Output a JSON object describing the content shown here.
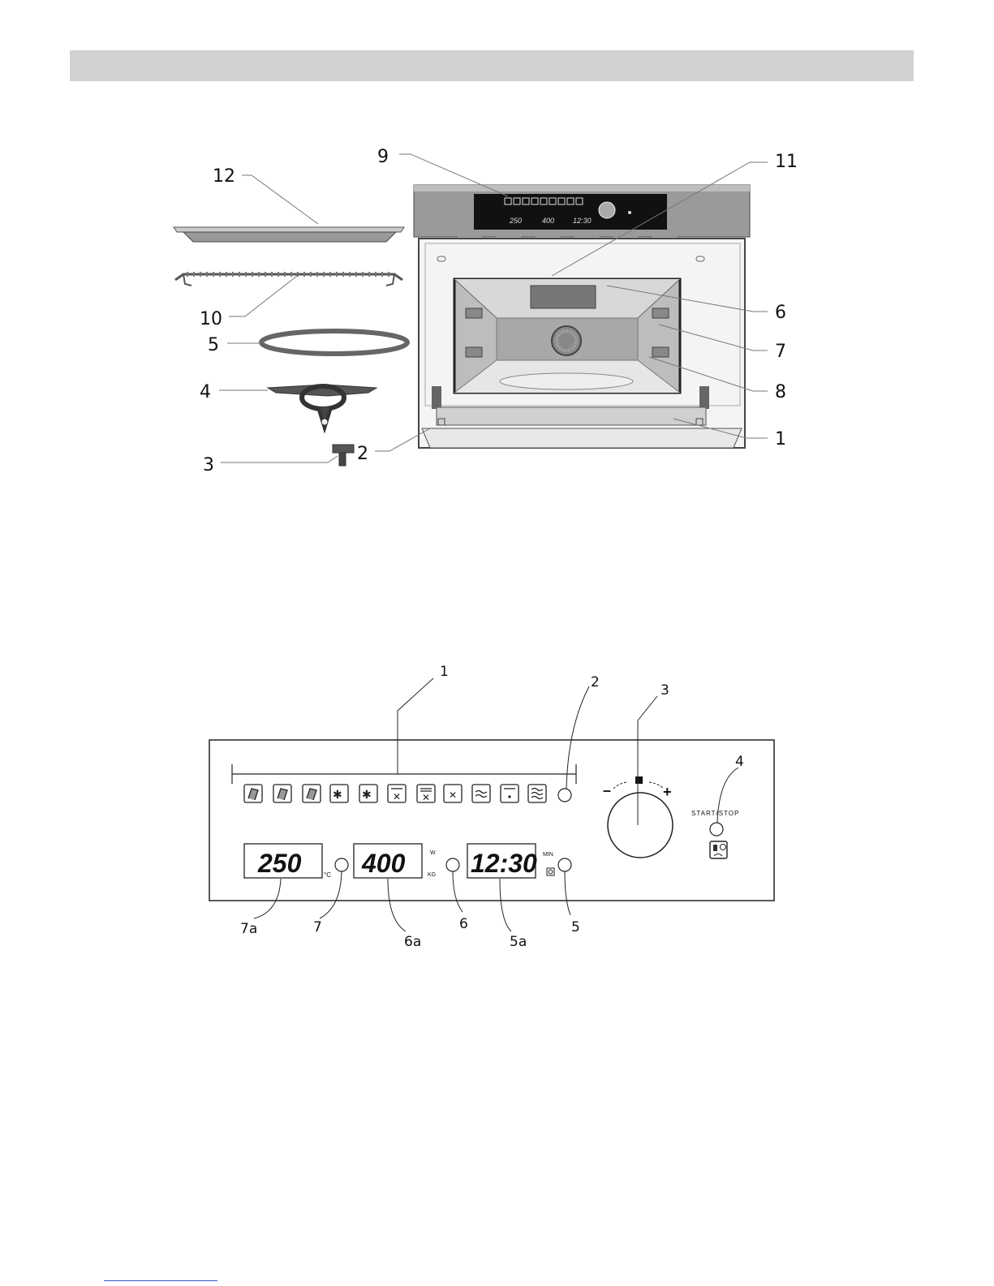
{
  "top_diagram": {
    "callouts": [
      {
        "id": "c12",
        "label": "12"
      },
      {
        "id": "c10",
        "label": "10"
      },
      {
        "id": "c5",
        "label": "5"
      },
      {
        "id": "c4",
        "label": "4"
      },
      {
        "id": "c3",
        "label": "3"
      },
      {
        "id": "c2",
        "label": "2"
      },
      {
        "id": "c9",
        "label": "9"
      },
      {
        "id": "c11",
        "label": "11"
      },
      {
        "id": "c6",
        "label": "6"
      },
      {
        "id": "c7",
        "label": "7"
      },
      {
        "id": "c8",
        "label": "8"
      },
      {
        "id": "c1",
        "label": "1"
      }
    ],
    "mini_display": {
      "temp": "250",
      "power": "400",
      "time": "12:30"
    }
  },
  "control_panel": {
    "callouts": [
      {
        "id": "p1",
        "label": "1"
      },
      {
        "id": "p2",
        "label": "2"
      },
      {
        "id": "p3",
        "label": "3"
      },
      {
        "id": "p4",
        "label": "4"
      },
      {
        "id": "p7a",
        "label": "7a"
      },
      {
        "id": "p7",
        "label": "7"
      },
      {
        "id": "p6a",
        "label": "6a"
      },
      {
        "id": "p6",
        "label": "6"
      },
      {
        "id": "p5a",
        "label": "5a"
      },
      {
        "id": "p5",
        "label": "5"
      }
    ],
    "temperature_display": "250",
    "temperature_unit": "°C",
    "power_display": "400",
    "power_unit_w": "W",
    "weight_unit_kg": "KG",
    "time_display": "12:30",
    "time_unit": "MIN",
    "dial_minus": "–",
    "dial_plus": "+",
    "start_stop_label": "START/STOP"
  }
}
